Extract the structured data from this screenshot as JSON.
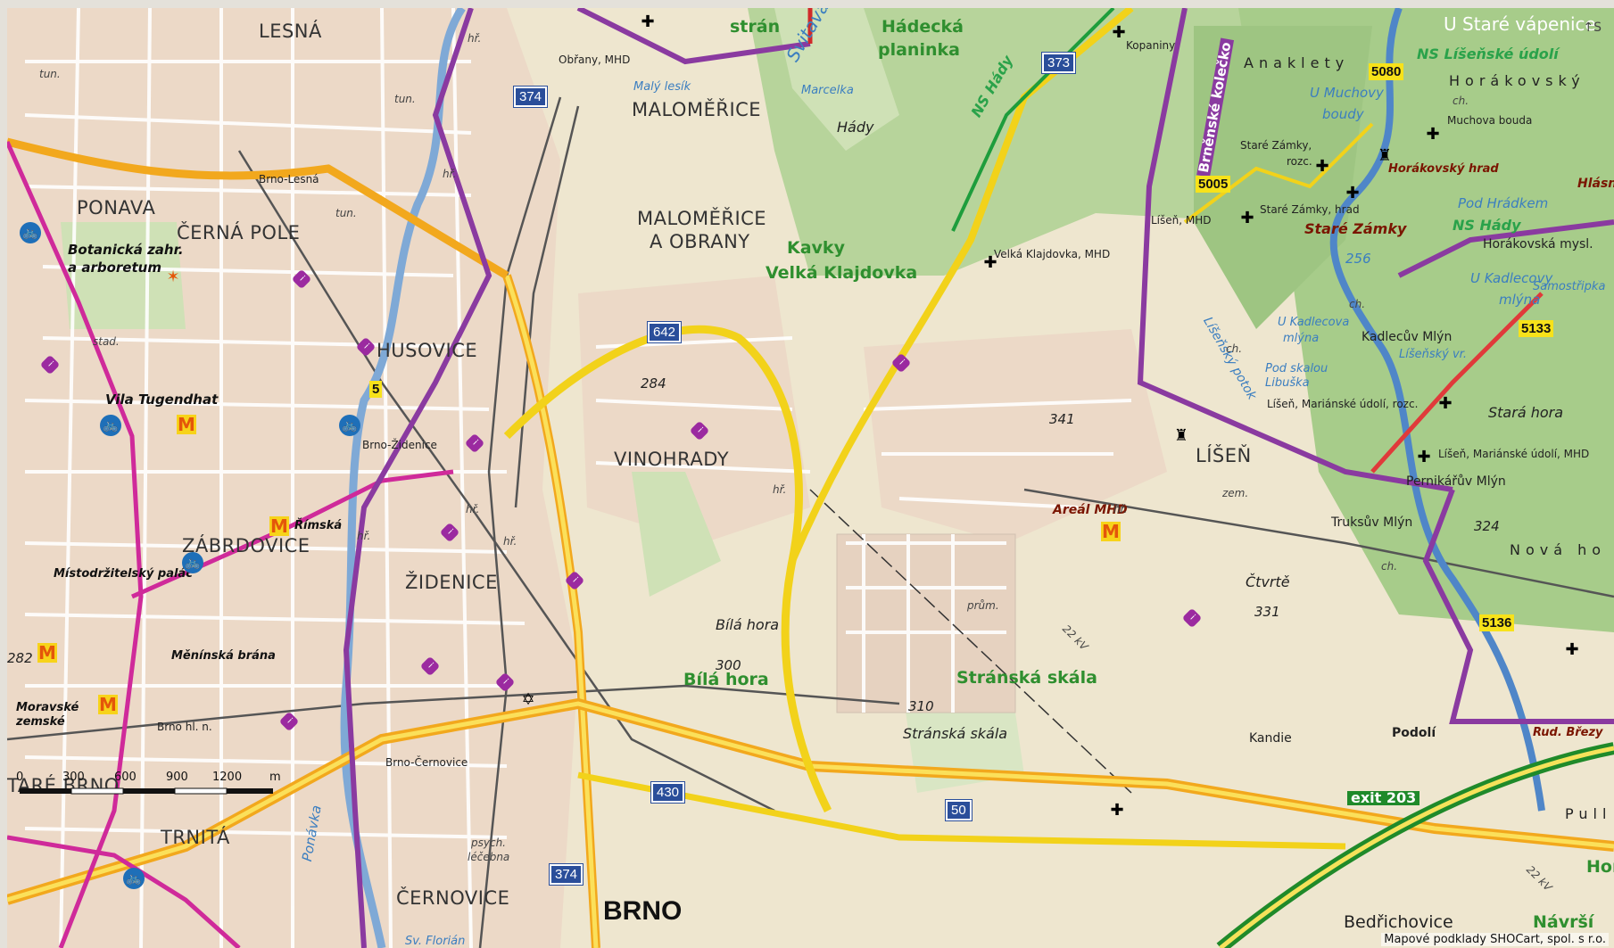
{
  "city_label": "BRNO",
  "districts": [
    "LESNÁ",
    "PONAVA",
    "ČERNÁ POLE",
    "HUSOVICE",
    "ZÁBRDOVICE",
    "ŽIDENICE",
    "MALOMĚŘICE",
    "MALOMĚŘICE",
    "A OBRANY",
    "VINOHRADY",
    "LÍŠEŇ",
    "TRNITÁ",
    "ČERNOVICE",
    "TARÉ BRNO"
  ],
  "places": [
    "Podolí",
    "Kandie",
    "Bedřichovice",
    "Areál MHD",
    "Truksův Mlýn",
    "Pernikářův Mlýn",
    "Kadlecův Mlýn",
    "Muchova bouda",
    "Staré Zámky",
    "Horákovský hrad",
    "Anaklety",
    "Horákovský",
    "Horákovská mysl.",
    "Samostřipka",
    "Nová ho",
    "Pull",
    "Hor",
    "Návrší",
    "Rud. Březy",
    "Hlásn"
  ],
  "green_labels": [
    "Hádecká",
    "planinka",
    "Kavky",
    "Velká Klajdovka",
    "Bílá hora",
    "Stránská skála"
  ],
  "poi_labels": [
    "Botanická zahr.",
    "a arboretum",
    "Vila Tugendhat",
    "Místodržitelský palác",
    "Měnínská brána",
    "Moravské",
    "zemské",
    "Římská"
  ],
  "water_labels": [
    "Malý lesík",
    "Marcelka",
    "Svitava",
    "Ponávka",
    "U Muchovy",
    "boudy",
    "Pod Hrádkem",
    "U Kadlecovy",
    "mlýna",
    "Líšeňský potok",
    "U Kadlecova",
    "mlýna",
    "Pod skalou",
    "Libuška",
    "Líšeňský vr."
  ],
  "ns_labels": [
    "NS Hády",
    "NS Líšeňské údolí",
    "NS Hády",
    "U Staré vápenice"
  ],
  "hills": [
    "Hády",
    "Bílá hora",
    "Stránská skála",
    "Stará hora",
    "Čtvrtě"
  ],
  "elevations": [
    "284",
    "341",
    "300",
    "310",
    "331",
    "324",
    "256",
    "282"
  ],
  "small_labels": [
    "tun.",
    "tun.",
    "tun.",
    "hř.",
    "hř.",
    "hř.",
    "hř.",
    "hř.",
    "hř.",
    "hř.",
    "stad.",
    "ch.",
    "ch.",
    "ch.",
    "ch.",
    "zem.",
    "prům.",
    "22 kV",
    "22 kV",
    "psych.",
    "léčebna",
    "strán"
  ],
  "stops": [
    "Obřany, MHD",
    "Kopaniny",
    "Velká Klajdovka, MHD",
    "Líšeň, MHD",
    "Staré Zámky, hrad",
    "Staré Zámky,",
    "rozc.",
    "Líšeň, Mariánské údolí, rozc.",
    "Líšeň, Mariánské údolí, MHD",
    "Brno-Lesná",
    "Brno-Židenice",
    "Brno-Černovice",
    "Brno hl. n.",
    "Sv. Florián"
  ],
  "trail_names": [
    "Brněnské kolečko",
    "exit 203"
  ],
  "road_numbers": [
    "374",
    "373",
    "642",
    "430",
    "50",
    "374"
  ],
  "trail_numbers": [
    "5",
    "5005",
    "5080",
    "5133",
    "5136"
  ],
  "scale": {
    "ticks": [
      "0",
      "300",
      "600",
      "900",
      "1200"
    ],
    "unit": "m"
  },
  "copyright": "Mapové podklady SHOCart, spol. s r.o.",
  "compass_label": "S"
}
